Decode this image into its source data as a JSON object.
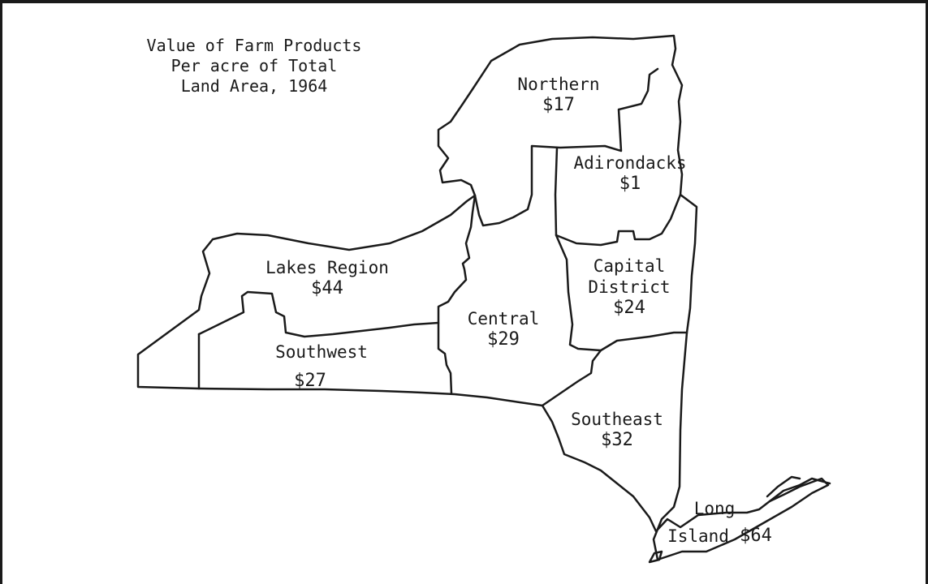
{
  "title": {
    "line1": "Value of Farm Products",
    "line2": "Per acre of Total",
    "line3": "Land Area, 1964"
  },
  "regions": {
    "northern": {
      "name": "Northern",
      "value": "$17"
    },
    "adirondacks": {
      "name": "Adirondacks",
      "value": "$1"
    },
    "lakes_region": {
      "name": "Lakes Region",
      "value": "$44"
    },
    "capital_district": {
      "name_line1": "Capital",
      "name_line2": "District",
      "value": "$24"
    },
    "central": {
      "name": "Central",
      "value": "$29"
    },
    "southwest": {
      "name": "Southwest",
      "value": "$27"
    },
    "southeast": {
      "name": "Southeast",
      "value": "$32"
    },
    "long_island": {
      "name_line1": "Long",
      "name_line2": "Island",
      "value": "$64"
    }
  },
  "colors": {
    "ink": "#1a1a1a",
    "paper": "#ffffff"
  }
}
